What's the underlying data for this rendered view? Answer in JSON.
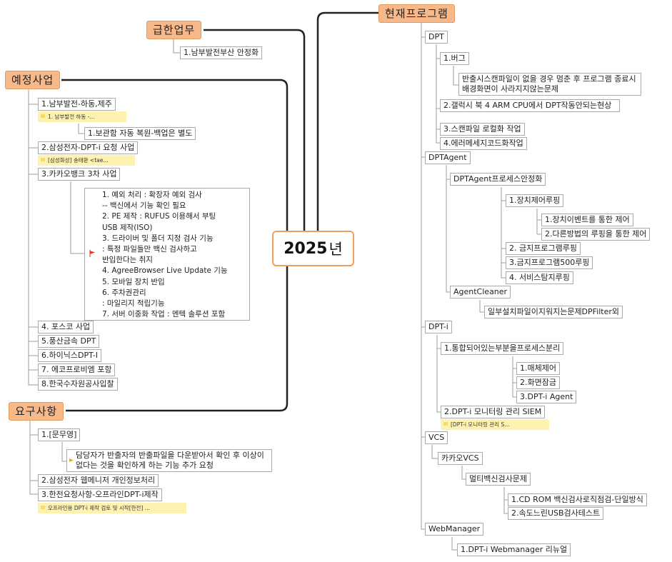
{
  "central": {
    "year": "2025",
    "suffix": "년"
  },
  "topics": {
    "urgent": "급한업무",
    "planned": "예정사업",
    "requirements": "요구사항",
    "current": "현재프로그램"
  },
  "urgent": {
    "item1": "1.남부발전부산 안정화"
  },
  "planned": {
    "p1": "1.남부발전-하동,제주",
    "p1_note": "1. 남부발전 하동 -...",
    "p1_child": "1.보관함 자동 복원-백업은 별도",
    "p2": "2.삼성전자-DPT-i 요청 사업",
    "p2_note": "[삼성화성]  송태환  <tae...",
    "p3": "3.카카오뱅크 3차 사업",
    "p3_list": [
      "1. 예외 처리 : 확장자 예외 검사",
      "   -- 백신에서 기능 확인 필요",
      "2. PE 제작 : RUFUS 이용해서 부팅",
      "   USB 제작(ISO)",
      "3. 드라이버 및 폴더 지정 검사 기능",
      " : 특정 파일들만 백신 검사하고",
      "   반입한다는 취지",
      "4. AgreeBrowser Live Update 기능",
      "5. 모바일 장치 반입",
      "6. 주차권관리",
      "  : 마일리지 적립기능",
      "7. 서버 이중화 작업 : 멘텍 솔루션 포함"
    ],
    "p4": "4. 포스코 사업",
    "p5": "5.풍산금속 DPT",
    "p6": "6.하이닉스DPT-I",
    "p7": "7. 에코프로비엠 포항",
    "p8": "8.한국수자원공사입찰"
  },
  "requirements": {
    "r1": "1.[문무영]",
    "r1_child": "담당자가 반출자의 반출파일을 다운받아서 확인 후 이상이 없다는 것을 확인하게 하는 기능 추가 요청",
    "r2": "2.삼성전자 웹메니저 개인정보처리",
    "r3": "3.한전요청사항-오프라인DPT-i제작",
    "r3_note": "오프라인용 DPT-i 제작 검토 및 시작[한전] ..."
  },
  "current": {
    "dpt": "DPT",
    "dpt_bug": "1.버그",
    "dpt_bug_child": "반출시스캔파일이 없을 경우 멈춘 후 프로그램 종료시 배경화면이 사라지지않는문제",
    "dpt_2": "2.갤럭시 북 4 ARM CPU에서 DPT작동안되는현상",
    "dpt_3": "3.스캔파일 로컬화 작업",
    "dpt_4": "4.에러메세지코드화작업",
    "agent": "DPTAgent",
    "agent_proc": "DPTAgent프로세스안정화",
    "agent_dev": "1.장치제어루핑",
    "agent_dev1": "1.장치이벤트를 통한 제어",
    "agent_dev2": "2.다른방법의 루핑을 통한 제어",
    "agent_2": "2. 금지프로그램루핑",
    "agent_3": "3.금지프로그램500루핑",
    "agent_4": "4. 서비스탐지루핑",
    "cleaner": "AgentCleaner",
    "cleaner_child": "일부설치파일이지워지는문제DPFilter외",
    "dpti": "DPT-i",
    "dpti_1": "1.통합되어있는부분을프로세스분리",
    "dpti_1a": "1.매체제어",
    "dpti_1b": "2.화면잠금",
    "dpti_1c": "3.DPT-i Agent",
    "dpti_2": "2.DPT-i  모니터링 관리 SIEM",
    "dpti_2_note": "[DPT-i  모니터링 관리 S...",
    "vcs": "VCS",
    "vcs_kakao": "카카오VCS",
    "vcs_multi": "멀티백신검사문제",
    "vcs_m1": "1.CD ROM 백신검사로직점검-단일방식",
    "vcs_m2": "2.속도느린USB검사테스트",
    "web": "WebManager",
    "web_1": "1.DPT-i Webmanager 리뉴얼"
  }
}
